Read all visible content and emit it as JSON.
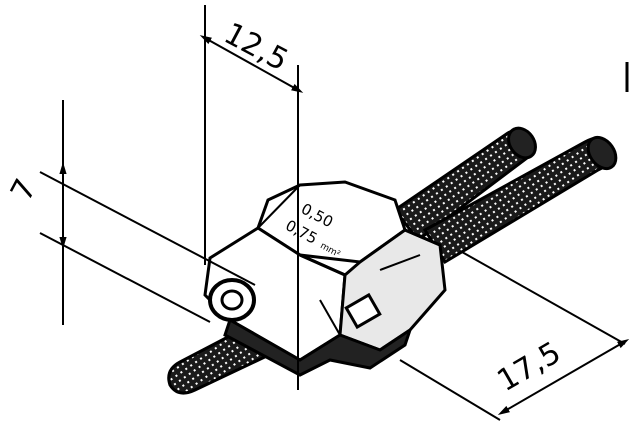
{
  "dimensions": {
    "width_label": "12,5",
    "height_label": "7",
    "length_label": "17,5"
  },
  "face_marking": {
    "line1": "0,50",
    "line2": "0,75",
    "unit": "mm²"
  },
  "colors": {
    "ink": "#000000",
    "paper": "#ffffff"
  }
}
